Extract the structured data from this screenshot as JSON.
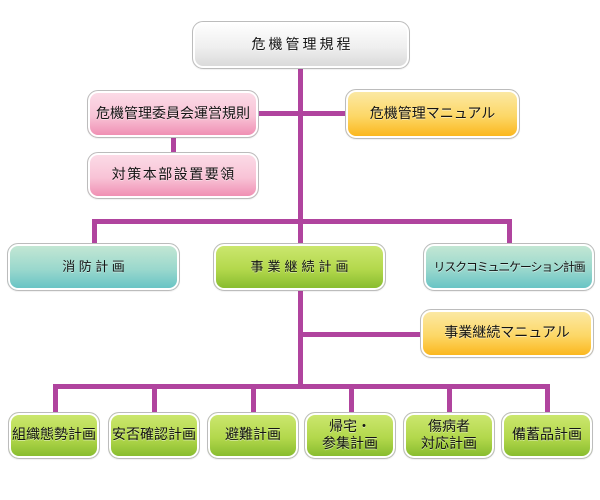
{
  "diagram": {
    "root": {
      "label": "危機管理規程"
    },
    "committee_rules": {
      "label": "危機管理委員会運営規則"
    },
    "hq_setup_guidelines": {
      "label": "対策本部設置要領"
    },
    "crisis_manual": {
      "label": "危機管理マニュアル"
    },
    "plans": [
      {
        "label": "消防計画"
      },
      {
        "label": "事業継続計画"
      },
      {
        "label": "リスクコミュニケーション計画"
      }
    ],
    "bcp_manual": {
      "label": "事業継続マニュアル"
    },
    "bcp_subplans": [
      {
        "lines": [
          "組織態勢計画"
        ]
      },
      {
        "lines": [
          "安否確認計画"
        ]
      },
      {
        "lines": [
          "避難計画"
        ]
      },
      {
        "lines": [
          "帰宅・",
          "参集計画"
        ]
      },
      {
        "lines": [
          "傷病者",
          "対応計画"
        ]
      },
      {
        "lines": [
          "備蓄品計画"
        ]
      }
    ]
  },
  "colors": {
    "connector": "#b0449e",
    "gray": {
      "top": "#ffffff",
      "bottom": "#d8d8d8"
    },
    "pink": {
      "top": "#fcdde8",
      "bottom": "#ef8ab0"
    },
    "yellow": {
      "top": "#fbeaa8",
      "bottom": "#fbb417"
    },
    "teal": {
      "top": "#c6e8d4",
      "bottom": "#63c2c4"
    },
    "green": {
      "top": "#cde871",
      "bottom": "#84ba2c"
    }
  }
}
